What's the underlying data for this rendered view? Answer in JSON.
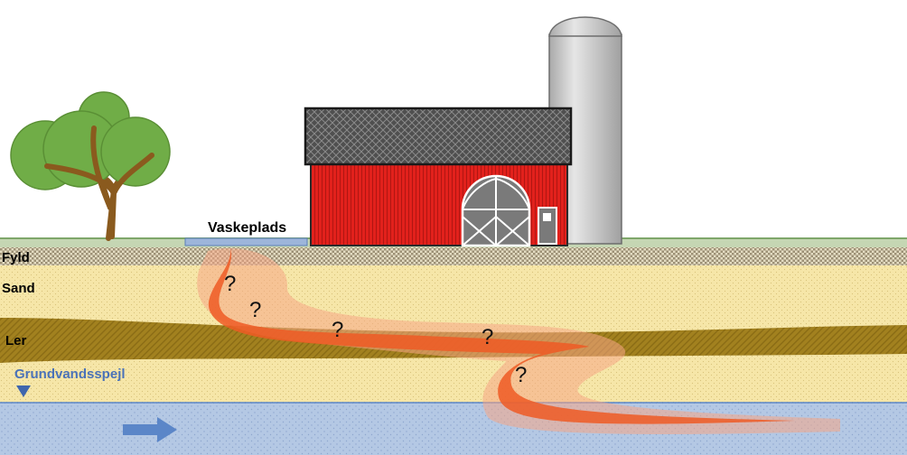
{
  "labels": {
    "wash_pad": "Vaskeplads",
    "fill": "Fyld",
    "sand": "Sand",
    "clay": "Ler",
    "groundwater_table": "Grundvandsspejl"
  },
  "uncertainty_marks": [
    "?",
    "?",
    "?",
    "?",
    "?"
  ],
  "icons": {
    "tree": "tree-icon",
    "barn": "barn-icon",
    "silo": "silo-icon",
    "water_table": "water-table-triangle-icon",
    "flow": "flow-direction-arrow-icon"
  },
  "colors": {
    "sky": "#ffffff",
    "fill": "#c9bd9a",
    "sand": "#f6e6a8",
    "clay": "#a2811f",
    "groundwater": "#b4c8e4",
    "plume": "#ee5a24",
    "plume_halo": "#f6a585",
    "barn_wall": "#e2211c",
    "barn_roof": "#4f4f4f",
    "silo": "#c8c8c8",
    "tree_leaves": "#70ad47",
    "tree_trunk": "#8a5a1e",
    "wash_pad": "#9db5da",
    "flow_arrow": "#5b86c8",
    "label_text": "#000000",
    "groundwater_text": "#4a72b8"
  }
}
